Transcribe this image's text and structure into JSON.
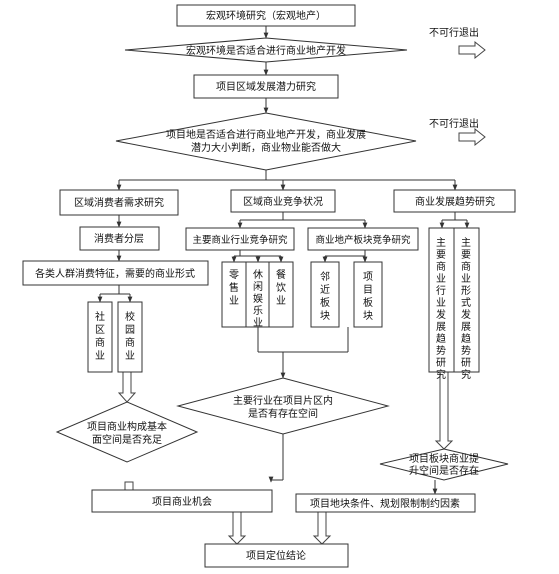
{
  "nodes": {
    "macro_env": "宏观环境研究（宏观地产）",
    "macro_fit": "宏观环境是否适合进行商业地产开发",
    "exit1": "不可行退出",
    "regional_potential": "项目区域发展潜力研究",
    "site_fit_line1": "项目地是否适合进行商业地产开发，商业发展",
    "site_fit_line2": "潜力大小判断，商业物业能否做大",
    "exit2": "不可行退出",
    "demand": "区域消费者需求研究",
    "competition": "区域商业竞争状况",
    "trend": "商业发展趋势研究",
    "segmentation": "消费者分层",
    "consumption": "各类人群消费特征，需要的商业形式",
    "community": "社区商业",
    "campus": "校园商业",
    "industry_comp": "主要商业行业竞争研究",
    "block_comp": "商业地产板块竞争研究",
    "retail": "零售业",
    "leisure": "休闲娱乐业",
    "dining": "餐饮业",
    "neighbor": "邻近板块",
    "project_block": "项目板块",
    "trend_industry": "主要商业行业发展趋势研究",
    "trend_format": "主要商业形式发展趋势研究",
    "mix_q_line1": "项目商业构成基本",
    "mix_q_line2": "面空间是否充足",
    "space_q_line1": "主要行业在项目片区内",
    "space_q_line2": "是否有存在空间",
    "upgrade_q_line1": "项目板块商业提",
    "upgrade_q_line2": "升空间是否存在",
    "opportunity": "项目商业机会",
    "constraints": "项目地块条件、规划限制制约因素",
    "conclusion": "项目定位结论"
  }
}
